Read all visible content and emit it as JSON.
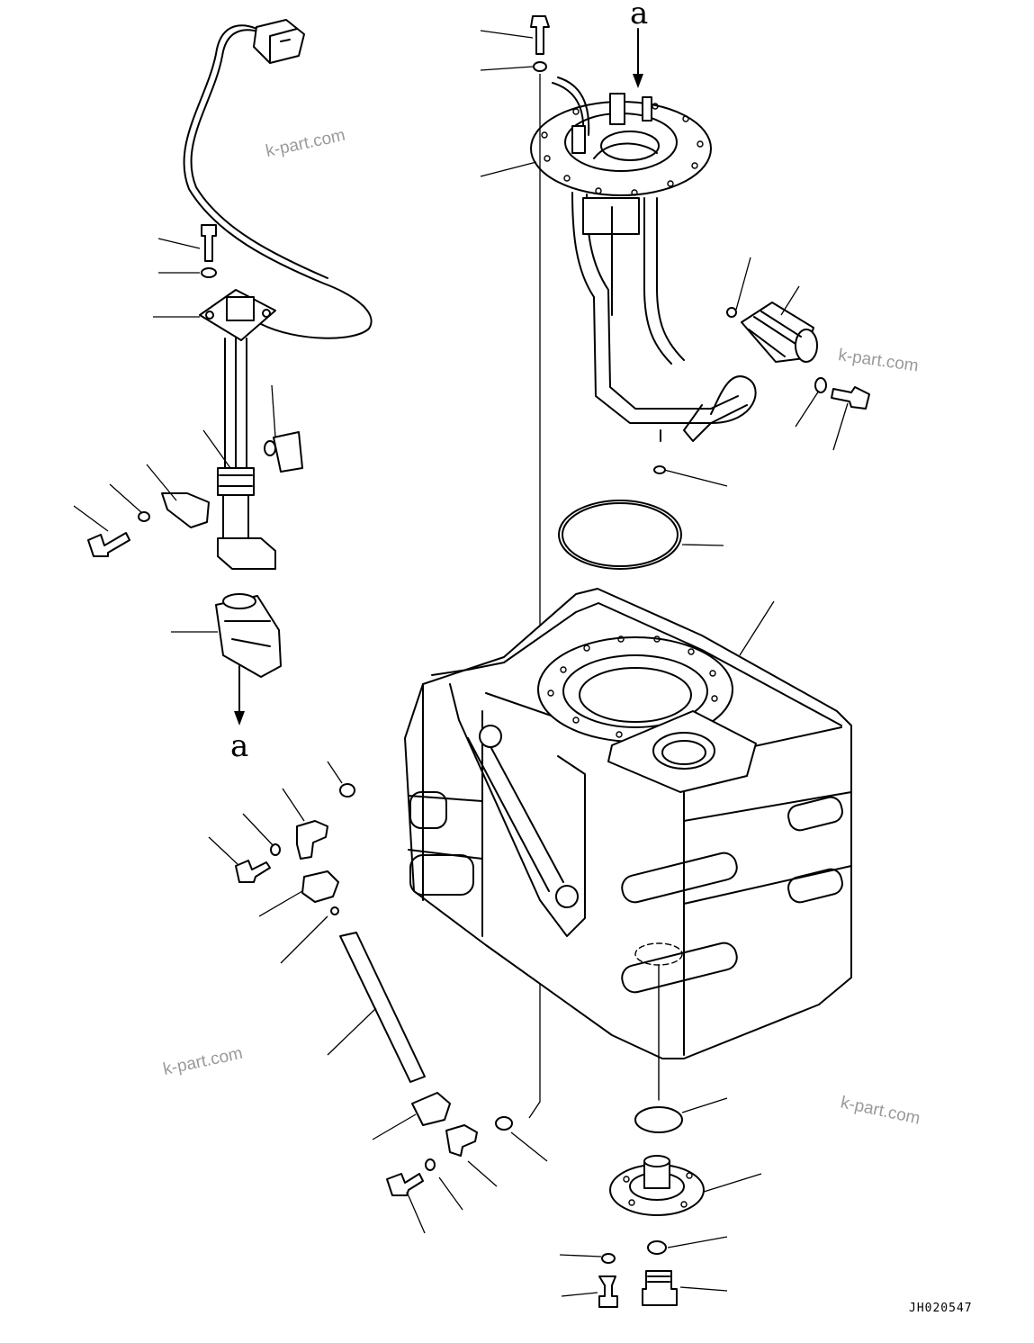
{
  "view_labels": [
    "a",
    "a"
  ],
  "watermark": "k-part.com",
  "drawing_code": "JH020547"
}
